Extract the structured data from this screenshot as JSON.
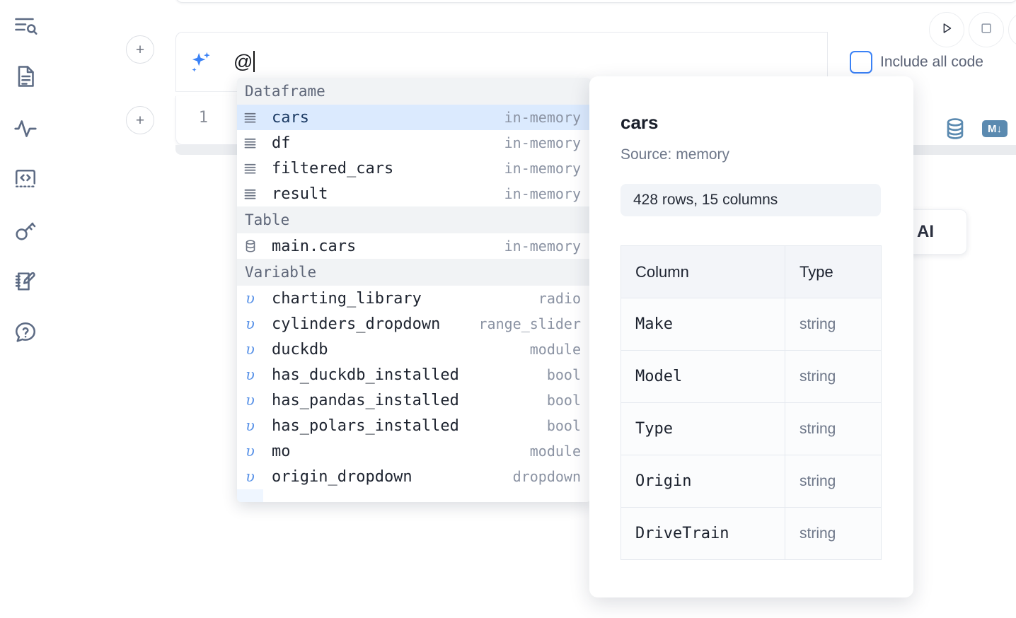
{
  "sidebar": {
    "items": [
      {
        "name": "explorer-search-icon",
        "label": "Explore"
      },
      {
        "name": "document-icon",
        "label": "Files"
      },
      {
        "name": "activity-pulse-icon",
        "label": "Dependencies"
      },
      {
        "name": "code-brackets-icon",
        "label": "Snippets"
      },
      {
        "name": "key-icon",
        "label": "Secrets"
      },
      {
        "name": "notebook-pencil-icon",
        "label": "Scratchpad"
      },
      {
        "name": "help-chat-icon",
        "label": "Help"
      }
    ]
  },
  "toolbar": {
    "add_cell_label": "+",
    "run_button_icon": "play-icon",
    "stop_button_icon": "square-icon",
    "include_all_code_label": "Include all code",
    "include_all_code_checked": false,
    "accent_color": "#3b82f6"
  },
  "ai_input": {
    "icon": "sparkle-icon",
    "value": "@",
    "caret_visible": true
  },
  "code_cell": {
    "line_number": "1",
    "code": "",
    "database_icon": "database-icon",
    "markdown_badge": "M↓"
  },
  "background_card": {
    "text": "h AI"
  },
  "autocomplete": {
    "sections": [
      {
        "title": "Dataframe",
        "icon": "dataframe-icon",
        "items": [
          {
            "name": "cars",
            "type": "in-memory",
            "selected": true
          },
          {
            "name": "df",
            "type": "in-memory",
            "selected": false
          },
          {
            "name": "filtered_cars",
            "type": "in-memory",
            "selected": false
          },
          {
            "name": "result",
            "type": "in-memory",
            "selected": false
          }
        ]
      },
      {
        "title": "Table",
        "icon": "table-db-icon",
        "items": [
          {
            "name": "main.cars",
            "type": "in-memory",
            "selected": false
          }
        ]
      },
      {
        "title": "Variable",
        "icon": "variable-icon",
        "items": [
          {
            "name": "charting_library",
            "type": "radio",
            "selected": false
          },
          {
            "name": "cylinders_dropdown",
            "type": "range_slider",
            "selected": false
          },
          {
            "name": "duckdb",
            "type": "module",
            "selected": false
          },
          {
            "name": "has_duckdb_installed",
            "type": "bool",
            "selected": false
          },
          {
            "name": "has_pandas_installed",
            "type": "bool",
            "selected": false
          },
          {
            "name": "has_polars_installed",
            "type": "bool",
            "selected": false
          },
          {
            "name": "mo",
            "type": "module",
            "selected": false
          },
          {
            "name": "origin_dropdown",
            "type": "dropdown",
            "selected": false
          }
        ]
      }
    ]
  },
  "preview": {
    "title": "cars",
    "source": "Source: memory",
    "shape": "428 rows, 15 columns",
    "columns_header": "Column",
    "type_header": "Type",
    "rows": [
      {
        "column": "Make",
        "type": "string"
      },
      {
        "column": "Model",
        "type": "string"
      },
      {
        "column": "Type",
        "type": "string"
      },
      {
        "column": "Origin",
        "type": "string"
      },
      {
        "column": "DriveTrain",
        "type": "string"
      }
    ]
  }
}
